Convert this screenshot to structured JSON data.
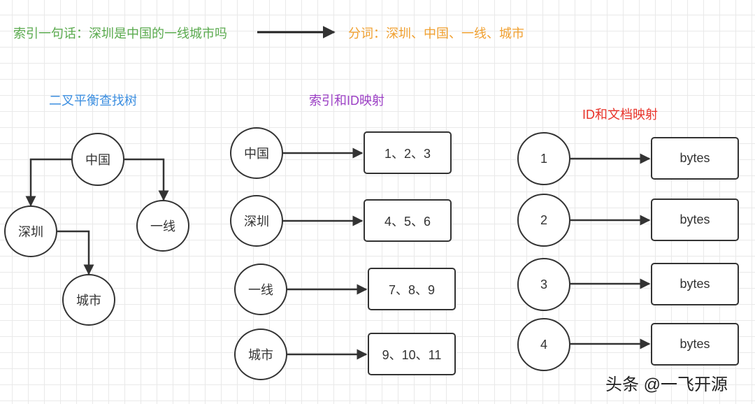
{
  "header": {
    "sentence_label": "索引一句话：深圳是中国的一线城市吗",
    "tokens_label": "分词：深圳、中国、一线、城市",
    "sentence_color": "#5aaa4e",
    "tokens_color": "#f0a030"
  },
  "tree": {
    "title": "二叉平衡查找树",
    "title_color": "#3d8fe0",
    "nodes": {
      "root": "中国",
      "left": "深圳",
      "right": "一线",
      "left_right": "城市"
    }
  },
  "index_map": {
    "title": "索引和ID映射",
    "title_color": "#9b3fc4",
    "rows": [
      {
        "term": "中国",
        "ids": "1、2、3"
      },
      {
        "term": "深圳",
        "ids": "4、5、6"
      },
      {
        "term": "一线",
        "ids": "7、8、9"
      },
      {
        "term": "城市",
        "ids": "9、10、11"
      }
    ]
  },
  "doc_map": {
    "title": "ID和文档映射",
    "title_color": "#e8332a",
    "rows": [
      {
        "id": "1",
        "doc": "bytes"
      },
      {
        "id": "2",
        "doc": "bytes"
      },
      {
        "id": "3",
        "doc": "bytes"
      },
      {
        "id": "4",
        "doc": "bytes"
      }
    ]
  },
  "watermark": "头条 @一飞开源"
}
